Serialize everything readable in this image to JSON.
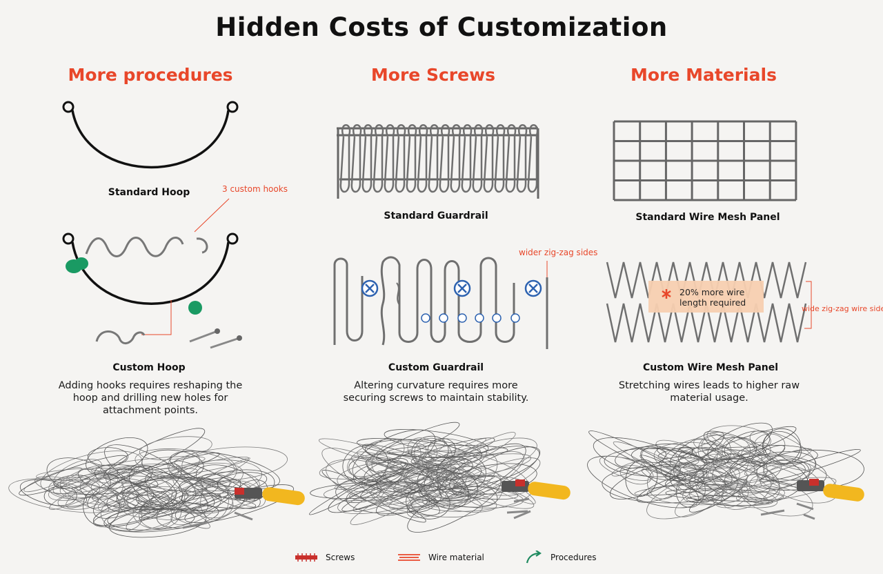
{
  "title": "Hidden Costs of Customization",
  "columns": [
    {
      "heading": "More procedures",
      "standard_label": "Standard Hoop",
      "custom_label": "Custom Hoop",
      "callout": "3 custom hooks",
      "description": "Adding hooks requires reshaping the hoop and drilling new holes for attachment points."
    },
    {
      "heading": "More Screws",
      "standard_label": "Standard Guardrail",
      "custom_label": "Custom Guardrail",
      "callout": "wider zig-zag sides",
      "description": "Altering curvature requires more securing screws to maintain stability."
    },
    {
      "heading": "More Materials",
      "standard_label": "Standard Wire Mesh Panel",
      "custom_label": "Custom Wire Mesh Panel",
      "callout": "wide zig-zag wire sides",
      "note": "20% more wire length required",
      "description": "Stretching wires leads to higher raw material usage."
    }
  ],
  "legend": [
    {
      "label": "Screws",
      "icon": "screw-icon",
      "color": "#c9302c"
    },
    {
      "label": "Wire material",
      "icon": "wire-icon",
      "color": "#e8472a"
    },
    {
      "label": "Procedures",
      "icon": "curved-arrow-icon",
      "color": "#1f8a60"
    }
  ],
  "colors": {
    "accent": "#e8472a",
    "highlight_green": "#1a9a63",
    "screw_blue": "#2d62b0",
    "note_fill": "#f7cfb0"
  }
}
